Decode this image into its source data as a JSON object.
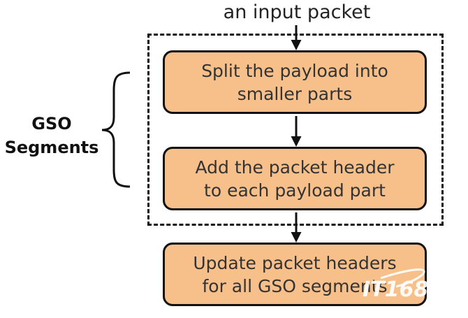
{
  "diagram": {
    "input_label": "an input packet",
    "group_label": "GSO\nSegments",
    "steps": [
      {
        "text": "Split the payload into\nsmaller parts"
      },
      {
        "text": "Add the packet header\nto each payload part"
      },
      {
        "text": "Update packet headers\nfor all GSO segments"
      }
    ]
  },
  "watermark": {
    "text": "IT168"
  },
  "colors": {
    "box_fill": "#f7c08b",
    "stroke": "#111111",
    "text": "#333333",
    "watermark": "#ffffff"
  }
}
